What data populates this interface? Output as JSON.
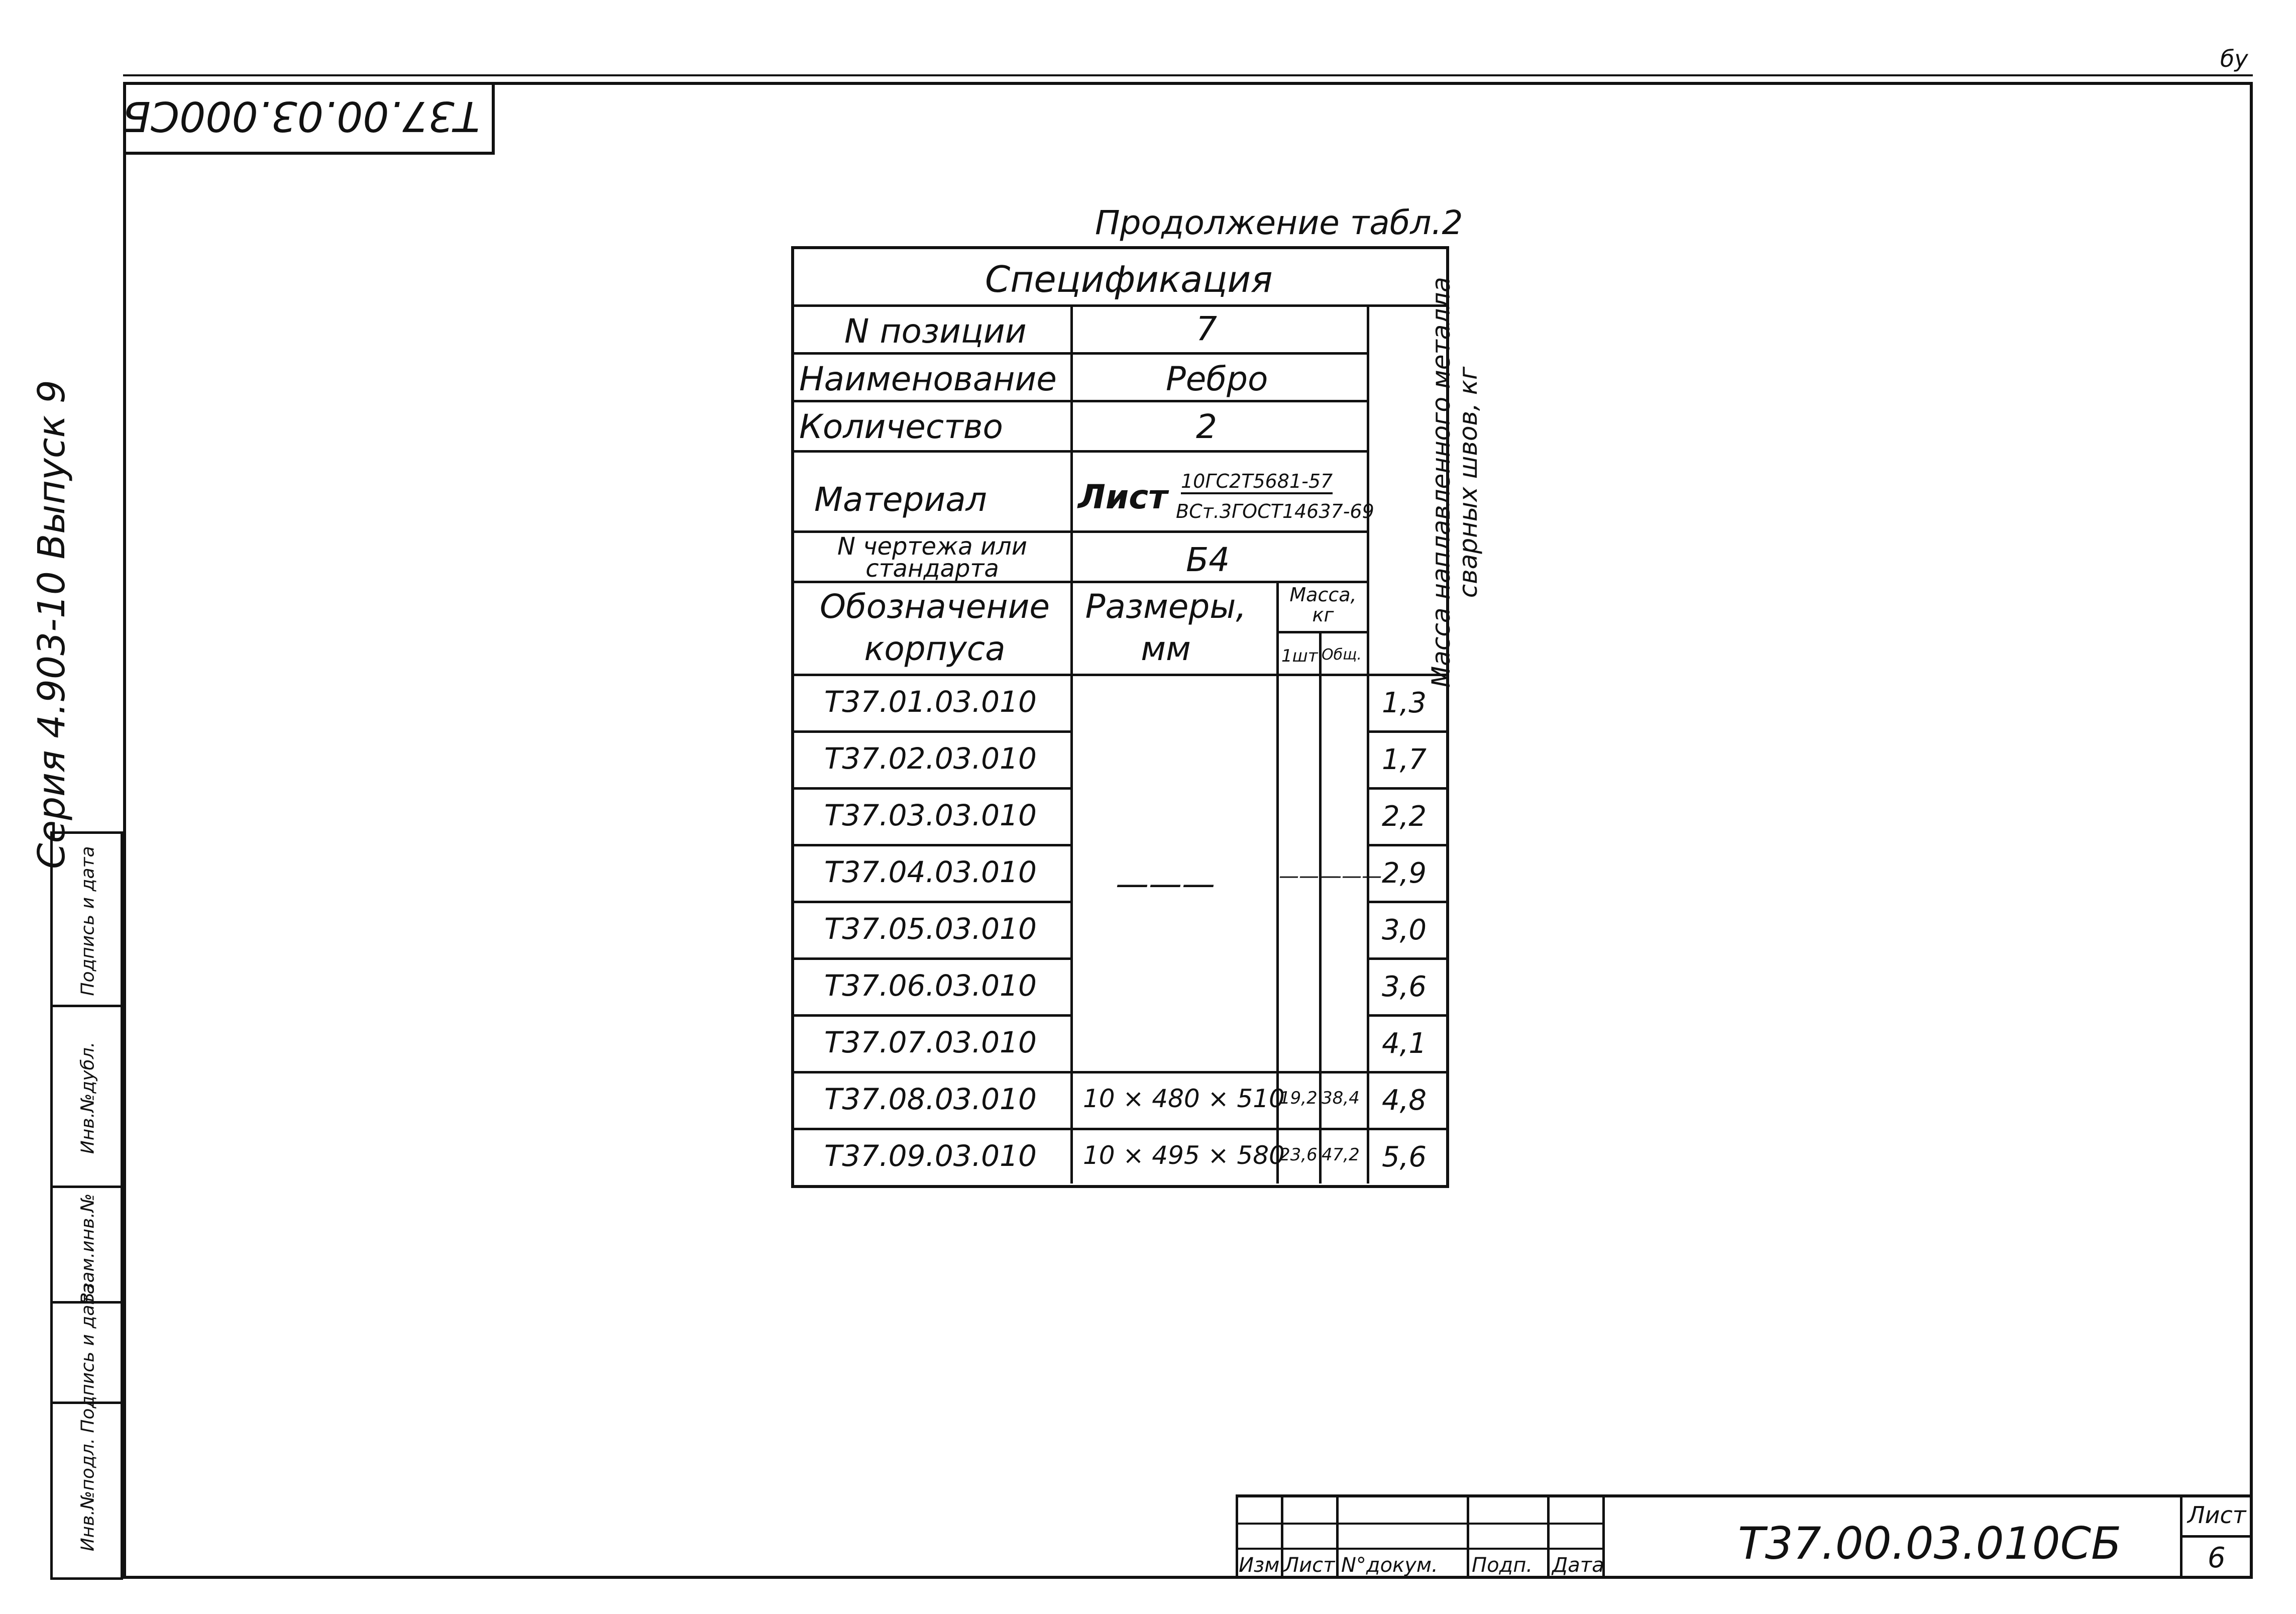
{
  "corner_mark": "бу",
  "top_stamp": "Т37.00.03.000СБ",
  "series_label": "Серия 4.903-10 Выпуск 9",
  "left_strip": [
    "Инв.№подл.",
    "Подпись и дата",
    "Взам.инв.№",
    "Инв.№дубл.",
    "Подпись и дата"
  ],
  "caption": "Продолжение табл.2",
  "spec": {
    "title": "Спецификация",
    "rows": [
      {
        "label": "N позиции",
        "value": "7"
      },
      {
        "label": "Наименование",
        "value": "Ребро"
      },
      {
        "label": "Количество",
        "value": "2"
      },
      {
        "label": "Материал",
        "value": "Лист",
        "material_top": "10ГС2Т5681-57",
        "material_bottom": "ВСт.3ГОСТ14637-69"
      },
      {
        "label": "N чертежа или стандарта",
        "value": "Б4"
      }
    ],
    "side_header": "Масса наплавленного металла сварных швов, кг",
    "col_headers": {
      "designation": "Обозначение корпуса",
      "dimensions": "Размеры, мм",
      "mass": "Масса, кг",
      "mass_one": "1шт",
      "mass_total": "Общ."
    },
    "dash": "———",
    "items": [
      {
        "code": "Т37.01.03.010",
        "dims": "",
        "one": "",
        "total": "",
        "weld": "1,3"
      },
      {
        "code": "Т37.02.03.010",
        "dims": "",
        "one": "",
        "total": "",
        "weld": "1,7"
      },
      {
        "code": "Т37.03.03.010",
        "dims": "",
        "one": "",
        "total": "",
        "weld": "2,2"
      },
      {
        "code": "Т37.04.03.010",
        "dims": "",
        "one": "",
        "total": "",
        "weld": "2,9"
      },
      {
        "code": "Т37.05.03.010",
        "dims": "",
        "one": "",
        "total": "",
        "weld": "3,0"
      },
      {
        "code": "Т37.06.03.010",
        "dims": "",
        "one": "",
        "total": "",
        "weld": "3,6"
      },
      {
        "code": "Т37.07.03.010",
        "dims": "",
        "one": "",
        "total": "",
        "weld": "4,1"
      },
      {
        "code": "Т37.08.03.010",
        "dims": "10 × 480 × 510",
        "one": "19,2",
        "total": "38,4",
        "weld": "4,8"
      },
      {
        "code": "Т37.09.03.010",
        "dims": "10 × 495 × 580",
        "one": "23,6",
        "total": "47,2",
        "weld": "5,6"
      }
    ]
  },
  "title_block": {
    "headers": [
      "Изм.",
      "Лист",
      "N°докум.",
      "Подп.",
      "Дата"
    ],
    "code": "Т37.00.03.010СБ",
    "sheet_label": "Лист",
    "sheet_number": "6"
  }
}
